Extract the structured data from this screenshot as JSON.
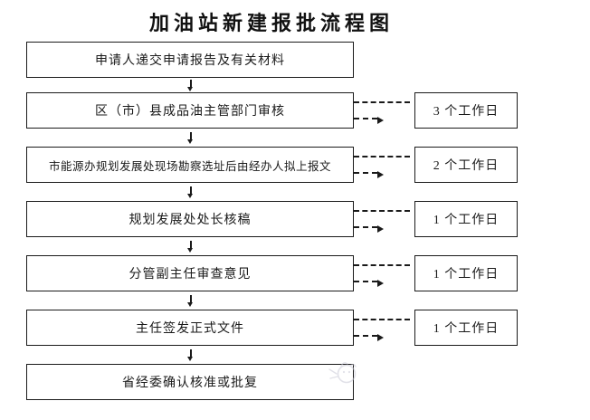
{
  "title": "加油站新建报批流程图",
  "flowchart": {
    "steps": [
      {
        "label": "申请人递交申请报告及有关材料"
      },
      {
        "label": "区（市）县成品油主管部门审核",
        "duration": "3 个工作日"
      },
      {
        "label": "市能源办规划发展处现场勘察选址后由经办人拟上报文",
        "duration": "2 个工作日"
      },
      {
        "label": "规划发展处处长核稿",
        "duration": "1 个工作日"
      },
      {
        "label": "分管副主任审查意见",
        "duration": "1 个工作日"
      },
      {
        "label": "主任签发正式文件",
        "duration": "1 个工作日"
      },
      {
        "label": "省经委确认核准或批复"
      }
    ]
  },
  "icons": {
    "down_arrow": "↓",
    "dashed_arrow": "dashed line with right arrowhead",
    "watermark": "faint-logo"
  },
  "colors": {
    "background": "#ffffff",
    "border": "#1a1a1a",
    "text": "#1a1a1a",
    "watermark": "#c9c9d6"
  }
}
